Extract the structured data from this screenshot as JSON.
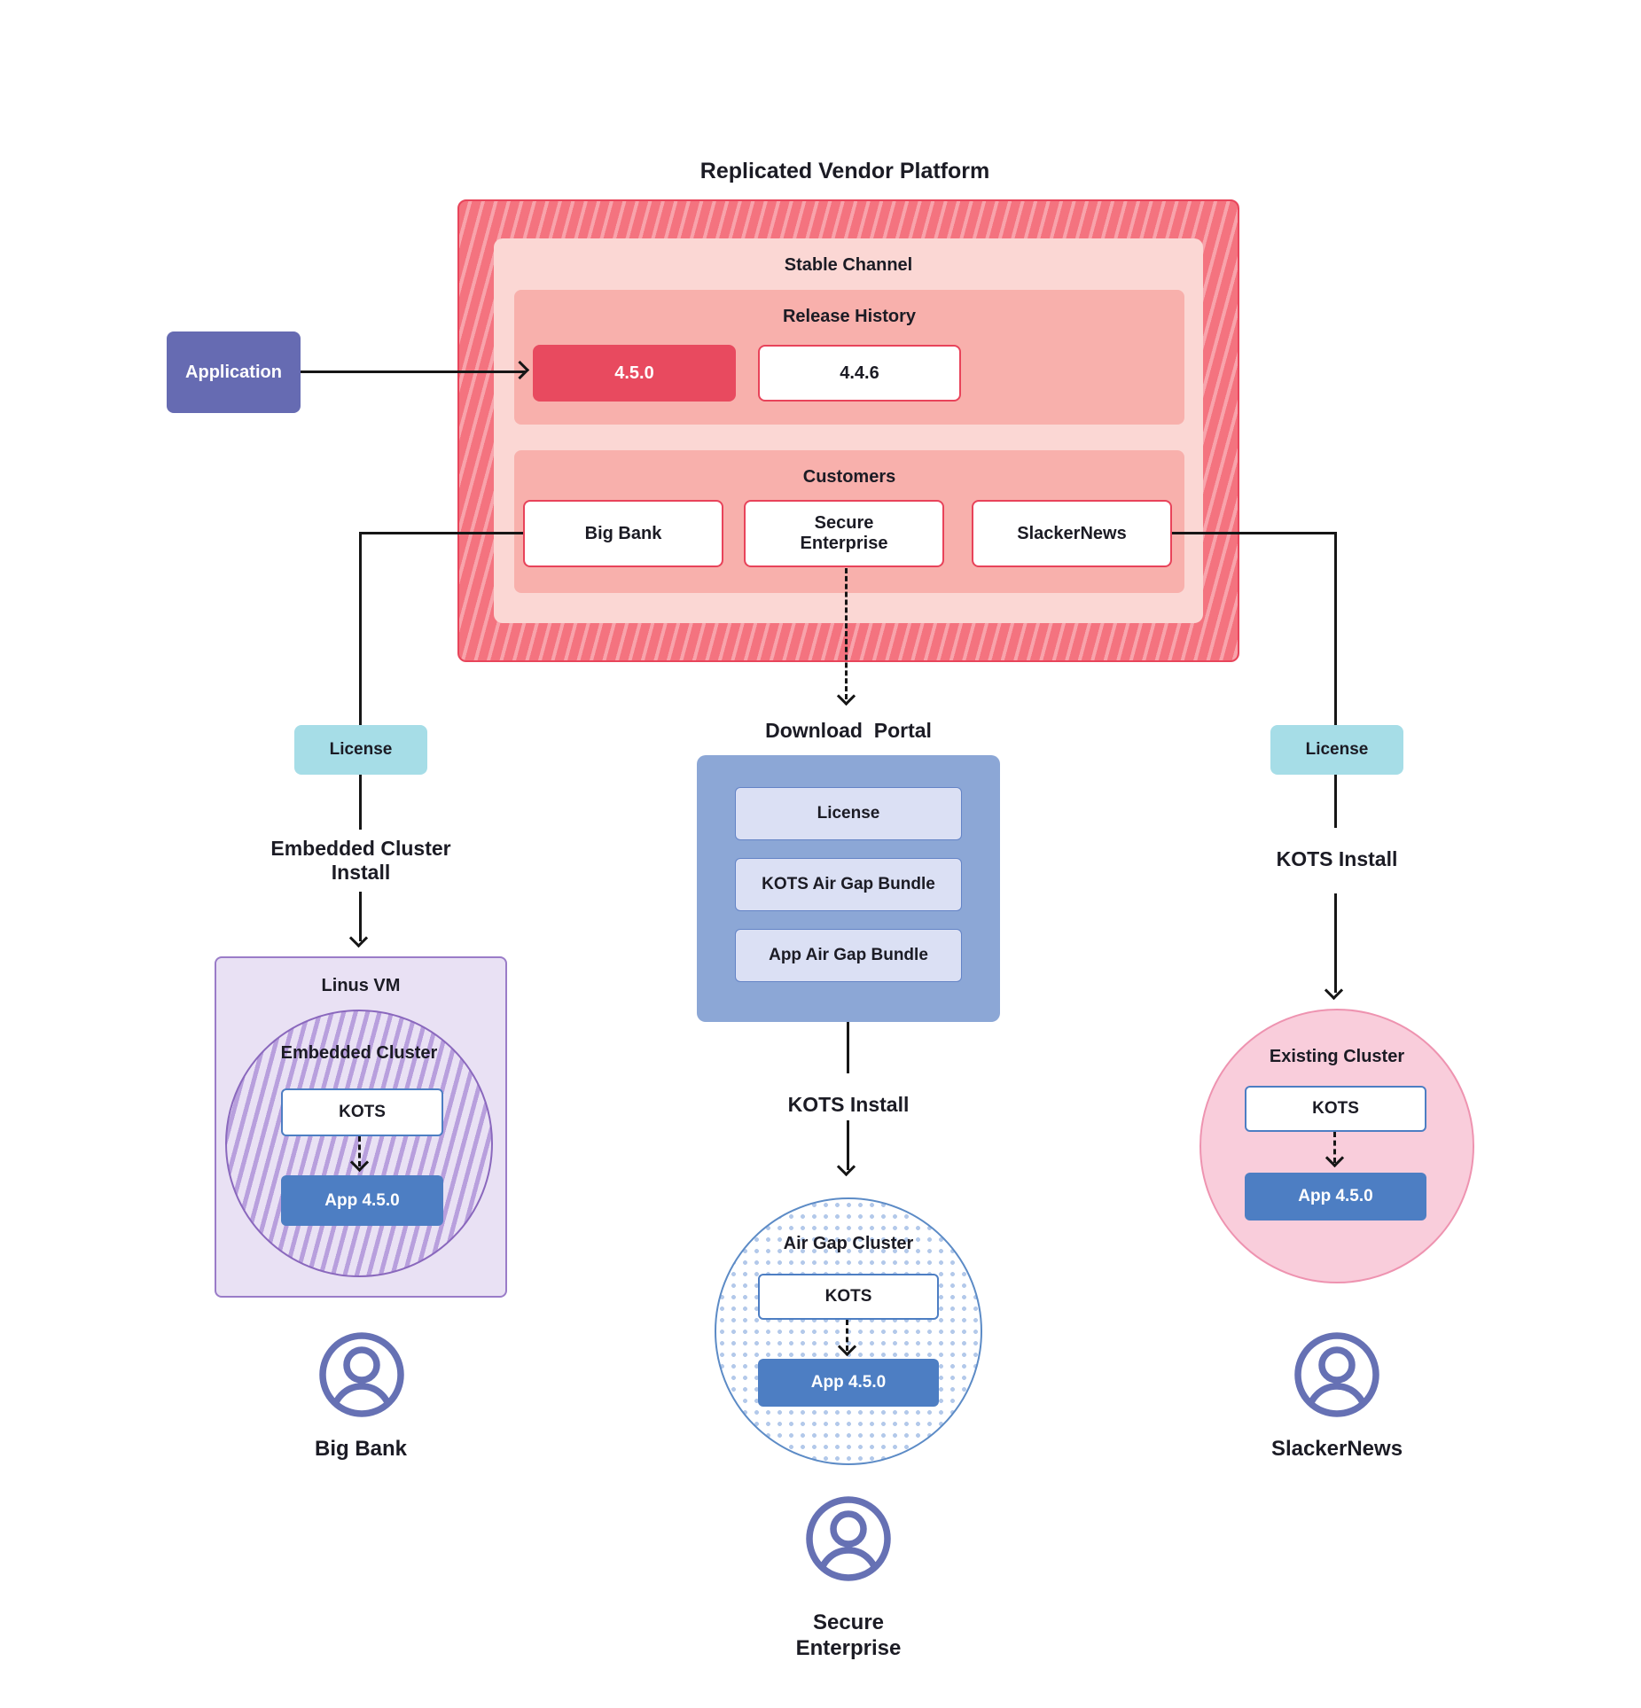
{
  "title": "Replicated Vendor Platform",
  "palette": {
    "platform_red": "#e84a5f",
    "platform_hatch": "#f4737f",
    "stable_pink": "#fbd7d4",
    "panel_salmon": "#f8b0ac",
    "application_purple": "#666bb2",
    "license_teal": "#a6dde7",
    "portal_blue": "#8ca7d6",
    "app_blue": "#4d7ec3",
    "vm_purple": "#e9e1f4",
    "existing_pink": "#f9cddb",
    "line_black": "#161616",
    "person_purple": "#6671b4"
  },
  "platform": {
    "stable_channel_label": "Stable Channel",
    "release_history": {
      "label": "Release History",
      "releases": [
        "4.5.0",
        "4.4.6"
      ]
    },
    "customers": {
      "label": "Customers",
      "items": [
        "Big Bank",
        "Secure\nEnterprise",
        "SlackerNews"
      ]
    }
  },
  "application_label": "Application",
  "left_branch": {
    "license_label": "License",
    "install_label": "Embedded Cluster\nInstall",
    "vm_label": "Linus VM",
    "cluster_label": "Embedded Cluster",
    "kots_label": "KOTS",
    "app_label": "App 4.5.0",
    "persona_label": "Big Bank"
  },
  "middle_branch": {
    "portal_label": "Download  Portal",
    "portal_items": [
      "License",
      "KOTS Air Gap Bundle",
      "App Air Gap Bundle"
    ],
    "install_label": "KOTS Install",
    "cluster_label": "Air Gap Cluster",
    "kots_label": "KOTS",
    "app_label": "App 4.5.0",
    "persona_label": "Secure\nEnterprise"
  },
  "right_branch": {
    "license_label": "License",
    "install_label": "KOTS Install",
    "cluster_label": "Existing Cluster",
    "kots_label": "KOTS",
    "app_label": "App 4.5.0",
    "persona_label": "SlackerNews"
  }
}
